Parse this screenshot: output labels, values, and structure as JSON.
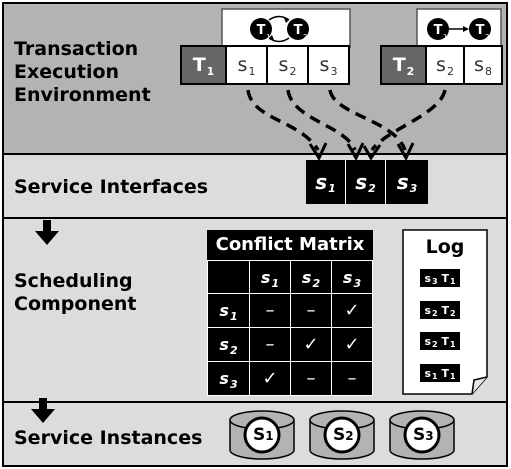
{
  "layers": [
    {
      "label_lines": [
        "Transaction",
        "Execution",
        "Environment"
      ],
      "fill": "#b3b3b3"
    },
    {
      "label_lines": [
        "Service Interfaces"
      ],
      "fill": "#dcdcdc"
    },
    {
      "label_lines": [
        "Scheduling",
        "Component"
      ],
      "fill": "#dcdcdc"
    },
    {
      "label_lines": [
        "Service Instances"
      ],
      "fill": "#dcdcdc"
    }
  ],
  "transactions": [
    {
      "id": "T",
      "sub": "1",
      "services": [
        {
          "s": "s",
          "sub": "1"
        },
        {
          "s": "s",
          "sub": "2"
        },
        {
          "s": "s",
          "sub": "3"
        }
      ]
    },
    {
      "id": "T",
      "sub": "2",
      "services": [
        {
          "s": "s",
          "sub": "2"
        },
        {
          "s": "s",
          "sub": "8"
        }
      ]
    }
  ],
  "dependency_graphs": [
    {
      "nodes": [
        "T1",
        "T2"
      ],
      "edge": "cycle"
    },
    {
      "nodes": [
        "T1",
        "T2"
      ],
      "edge": "T1->T2"
    }
  ],
  "service_interfaces": [
    {
      "s": "s",
      "sub": "1"
    },
    {
      "s": "s",
      "sub": "2"
    },
    {
      "s": "s",
      "sub": "3"
    }
  ],
  "conflict_matrix": {
    "title": "Conflict Matrix",
    "headers": [
      {
        "s": "s",
        "sub": "1"
      },
      {
        "s": "s",
        "sub": "2"
      },
      {
        "s": "s",
        "sub": "3"
      }
    ],
    "rows": [
      {
        "s": "s",
        "sub": "1",
        "cells": [
          "–",
          "–",
          "✓"
        ]
      },
      {
        "s": "s",
        "sub": "2",
        "cells": [
          "–",
          "✓",
          "✓"
        ]
      },
      {
        "s": "s",
        "sub": "3",
        "cells": [
          "✓",
          "–",
          "–"
        ]
      }
    ]
  },
  "log": {
    "title": "Log",
    "entries": [
      {
        "s": "s",
        "s_sub": "3",
        "t": "T",
        "t_sub": "1"
      },
      {
        "s": "s",
        "s_sub": "2",
        "t": "T",
        "t_sub": "2"
      },
      {
        "s": "s",
        "s_sub": "2",
        "t": "T",
        "t_sub": "1"
      },
      {
        "s": "s",
        "s_sub": "1",
        "t": "T",
        "t_sub": "1"
      }
    ]
  },
  "service_instances": [
    {
      "s": "S",
      "sub": "1"
    },
    {
      "s": "S",
      "sub": "2"
    },
    {
      "s": "S",
      "sub": "3"
    }
  ],
  "colors": {
    "band_dark": "#b3b3b3",
    "band_light": "#dcdcdc",
    "t_box": "#666666"
  }
}
